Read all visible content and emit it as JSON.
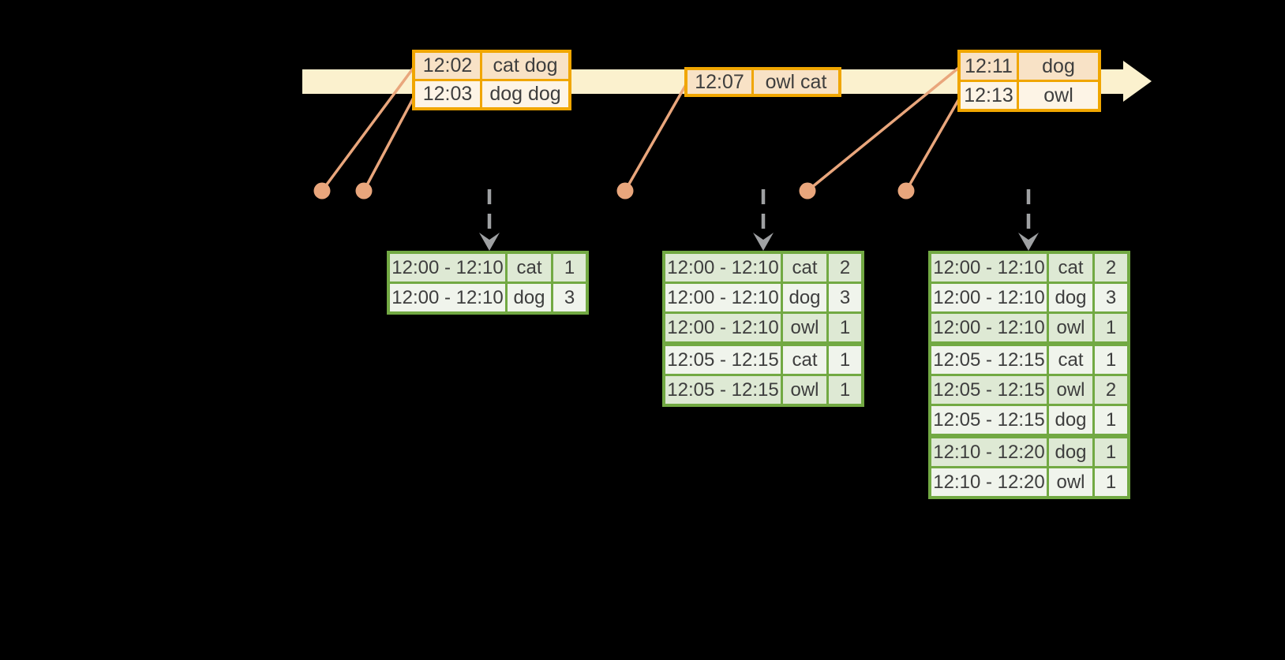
{
  "colors": {
    "background": "#000000",
    "timeline_band": "#fbf1ce",
    "orange_border": "#f0a600",
    "peach_row": "#f8e2c6",
    "cream_row": "#fdf4e6",
    "salmon": "#e9a67c",
    "gray_arrow": "#9fa1a3",
    "green_border": "#72a943",
    "green_row_a": "#dee9d4",
    "green_row_b": "#f0f4ec",
    "text": "#3e3e3e"
  },
  "icons": {
    "timeline_arrowhead": "right-arrow",
    "trigger_arrow": "dashed-down-arrow",
    "event_marker": "dot-with-leader-line"
  },
  "event_tables": [
    {
      "rows": [
        {
          "time": "12:02",
          "words": "cat dog"
        },
        {
          "time": "12:03",
          "words": "dog dog"
        }
      ]
    },
    {
      "rows": [
        {
          "time": "12:07",
          "words": "owl cat"
        }
      ]
    },
    {
      "rows": [
        {
          "time": "12:11",
          "words": "dog"
        },
        {
          "time": "12:13",
          "words": "owl"
        }
      ]
    }
  ],
  "result_tables": [
    {
      "group_breaks": [],
      "rows": [
        {
          "window": "12:00 - 12:10",
          "word": "cat",
          "count": "1"
        },
        {
          "window": "12:00 - 12:10",
          "word": "dog",
          "count": "3"
        }
      ]
    },
    {
      "group_breaks": [
        3
      ],
      "rows": [
        {
          "window": "12:00 - 12:10",
          "word": "cat",
          "count": "2"
        },
        {
          "window": "12:00 - 12:10",
          "word": "dog",
          "count": "3"
        },
        {
          "window": "12:00 - 12:10",
          "word": "owl",
          "count": "1"
        },
        {
          "window": "12:05 - 12:15",
          "word": "cat",
          "count": "1"
        },
        {
          "window": "12:05 - 12:15",
          "word": "owl",
          "count": "1"
        }
      ]
    },
    {
      "group_breaks": [
        3,
        6
      ],
      "rows": [
        {
          "window": "12:00 - 12:10",
          "word": "cat",
          "count": "2"
        },
        {
          "window": "12:00 - 12:10",
          "word": "dog",
          "count": "3"
        },
        {
          "window": "12:00 - 12:10",
          "word": "owl",
          "count": "1"
        },
        {
          "window": "12:05 - 12:15",
          "word": "cat",
          "count": "1"
        },
        {
          "window": "12:05 - 12:15",
          "word": "owl",
          "count": "2"
        },
        {
          "window": "12:05 - 12:15",
          "word": "dog",
          "count": "1"
        },
        {
          "window": "12:10 - 12:20",
          "word": "dog",
          "count": "1"
        },
        {
          "window": "12:10 - 12:20",
          "word": "owl",
          "count": "1"
        }
      ]
    }
  ]
}
